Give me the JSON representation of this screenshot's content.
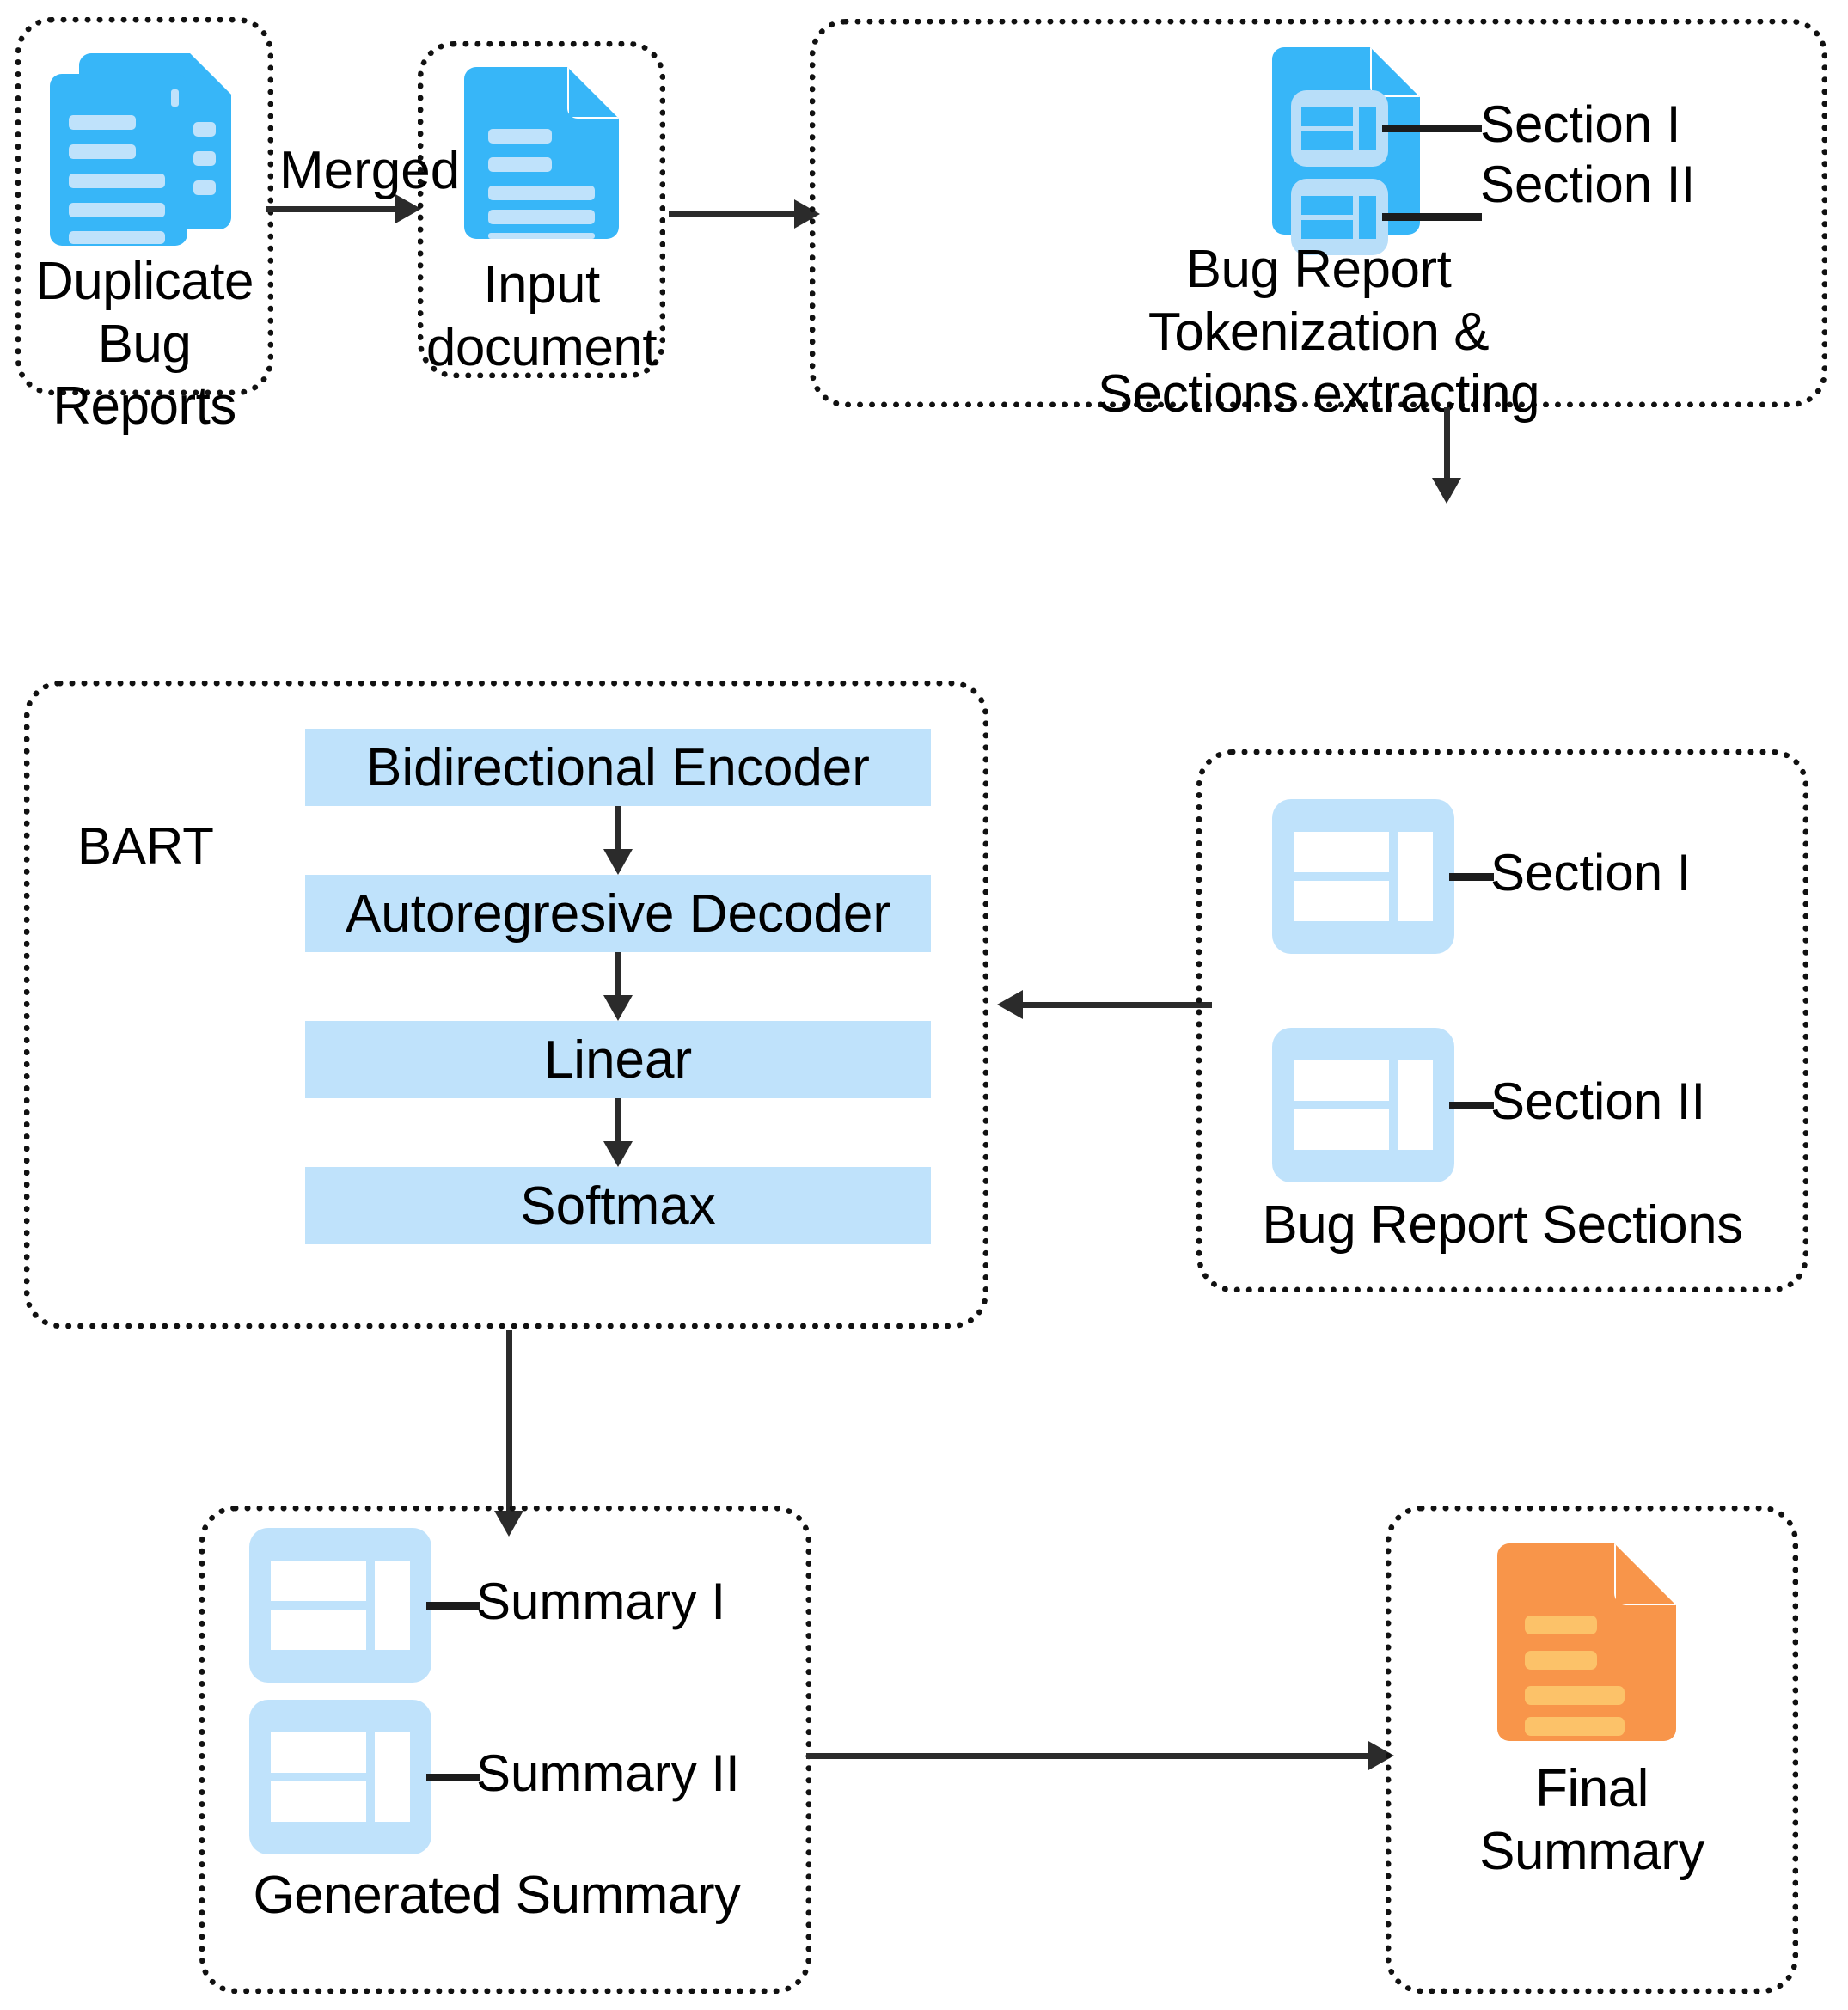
{
  "diagram": {
    "title": "Duplicate bug report summarization pipeline with BART",
    "colors": {
      "doc_blue": "#37b6f8",
      "doc_blue_lines": "#bfe2fb",
      "tile_blue": "#bfe2fb",
      "layer_blue": "#bfe2fb",
      "doc_orange": "#f8954a",
      "doc_orange_lines": "#fcc269",
      "stroke": "#2b2b2b",
      "border": "#111111"
    }
  },
  "nodes": {
    "duplicate_bug_reports": {
      "caption": "Duplicate\nBug Reports",
      "icon": "stacked-documents-icon"
    },
    "input_document": {
      "caption": "Input\ndocument",
      "icon": "document-icon"
    },
    "tokenization": {
      "caption": "Bug Report\nTokenization &\nSections extracting",
      "icon": "document-with-sections-icon",
      "section_labels": [
        "Section I",
        "Section II"
      ]
    },
    "bug_report_sections": {
      "caption": "Bug Report Sections",
      "section_labels": [
        "Section I",
        "Section II"
      ]
    },
    "bart": {
      "label": "BART",
      "layers": [
        "Bidirectional Encoder",
        "Autoregresive Decoder",
        "Linear",
        "Softmax"
      ]
    },
    "generated_summary": {
      "caption": "Generated Summary",
      "summary_labels": [
        "Summary I",
        "Summary II"
      ]
    },
    "final_summary": {
      "caption": "Final\nSummary",
      "icon": "document-icon-orange"
    }
  },
  "edges": [
    {
      "id": "merged",
      "label": "Merged",
      "from": "duplicate_bug_reports",
      "to": "input_document",
      "direction": "right"
    },
    {
      "id": "to-tokenization",
      "label": "",
      "from": "input_document",
      "to": "tokenization",
      "direction": "right"
    },
    {
      "id": "to-sections",
      "label": "",
      "from": "tokenization",
      "to": "bug_report_sections",
      "direction": "down"
    },
    {
      "id": "sections-to-bart",
      "label": "",
      "from": "bug_report_sections",
      "to": "bart",
      "direction": "left"
    },
    {
      "id": "bart-to-generated",
      "label": "",
      "from": "bart",
      "to": "generated_summary",
      "direction": "down"
    },
    {
      "id": "generated-to-final",
      "label": "",
      "from": "generated_summary",
      "to": "final_summary",
      "direction": "right"
    }
  ],
  "bart_flow": [
    {
      "from": "Bidirectional Encoder",
      "to": "Autoregresive Decoder"
    },
    {
      "from": "Autoregresive Decoder",
      "to": "Linear"
    },
    {
      "from": "Linear",
      "to": "Softmax"
    }
  ]
}
